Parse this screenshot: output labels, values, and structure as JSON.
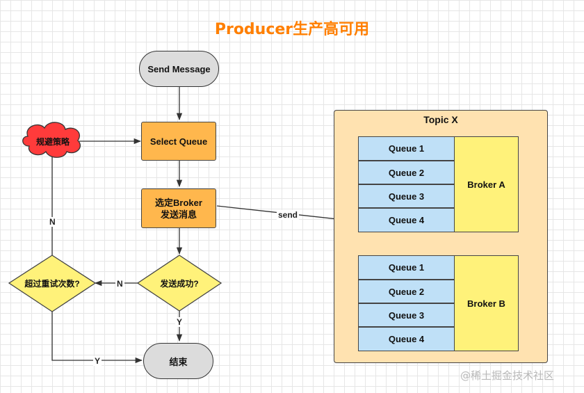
{
  "title": "Producer生产高可用",
  "nodes": {
    "send_message": "Send Message",
    "select_queue": "Select Queue",
    "select_broker_line1": "选定Broker",
    "select_broker_line2": "发送消息",
    "send_success": "发送成功?",
    "retry_exceeded": "超过重试次数?",
    "end": "结束",
    "avoid_strategy": "规避策略"
  },
  "edge_labels": {
    "send": "send",
    "no_left": "N",
    "no_up": "N",
    "yes_down": "Y",
    "yes_end": "Y"
  },
  "topic": {
    "title": "Topic X",
    "brokers": [
      {
        "name": "Broker A",
        "queues": [
          "Queue 1",
          "Queue 2",
          "Queue 3",
          "Queue 4"
        ]
      },
      {
        "name": "Broker B",
        "queues": [
          "Queue 1",
          "Queue 2",
          "Queue 3",
          "Queue 4"
        ]
      }
    ]
  },
  "watermark": "@稀土掘金技术社区",
  "colors": {
    "title": "#ff7f00",
    "process": "#ffb74d",
    "terminal": "#dcdcdc",
    "decision": "#fff27a",
    "cloud": "#ff3b3b",
    "topic_bg": "#ffe2b0",
    "queue": "#bfe0f7",
    "broker": "#fff27a"
  }
}
